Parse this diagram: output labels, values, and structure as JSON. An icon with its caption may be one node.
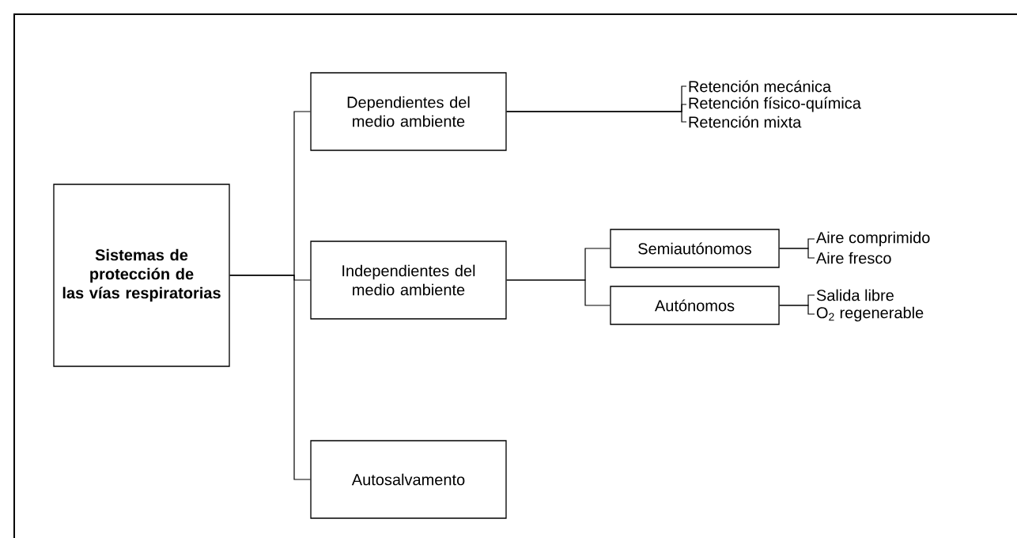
{
  "diagram": {
    "nodes": [
      {
        "text": [
          "Sistemas de protección de las vías respiratorias"
        ]
      },
      {
        "text": [
          "Dependientes del medio ambiente"
        ]
      },
      {
        "text": [
          "Independientes del medio ambiente"
        ]
      },
      {
        "text": [
          "Autosalvamento"
        ]
      },
      {
        "text": [
          "Semiautónomos"
        ]
      },
      {
        "text": [
          "Autónomos"
        ]
      },
      {
        "text": [
          "Retención mecánica"
        ]
      },
      {
        "text": [
          "Retención físico-química"
        ]
      },
      {
        "text": [
          "Retención mixta"
        ]
      },
      {
        "text": [
          "Aire comprimido"
        ]
      },
      {
        "text": [
          "Aire fresco"
        ]
      },
      {
        "text": [
          "Salida libre"
        ]
      },
      {
        "text": [
          "O$_{2}$ regenerable"
        ]
      }
    ],
    "edges": [
      {
        "from": 0,
        "to": 1,
        "arrow": "none"
      },
      {
        "from": 0,
        "to": 2,
        "arrow": "none"
      },
      {
        "from": 0,
        "to": 3,
        "arrow": "none"
      },
      {
        "from": 1,
        "to": 6,
        "arrow": "none"
      },
      {
        "from": 1,
        "to": 7,
        "arrow": "none"
      },
      {
        "from": 1,
        "to": 8,
        "arrow": "none"
      },
      {
        "from": 2,
        "to": 4,
        "arrow": "none"
      },
      {
        "from": 2,
        "to": 5,
        "arrow": "none"
      },
      {
        "from": 4,
        "to": 9,
        "arrow": "none"
      },
      {
        "from": 4,
        "to": 10,
        "arrow": "none"
      },
      {
        "from": 5,
        "to": 11,
        "arrow": "none"
      },
      {
        "from": 5,
        "to": 12,
        "arrow": "none"
      }
    ]
  }
}
